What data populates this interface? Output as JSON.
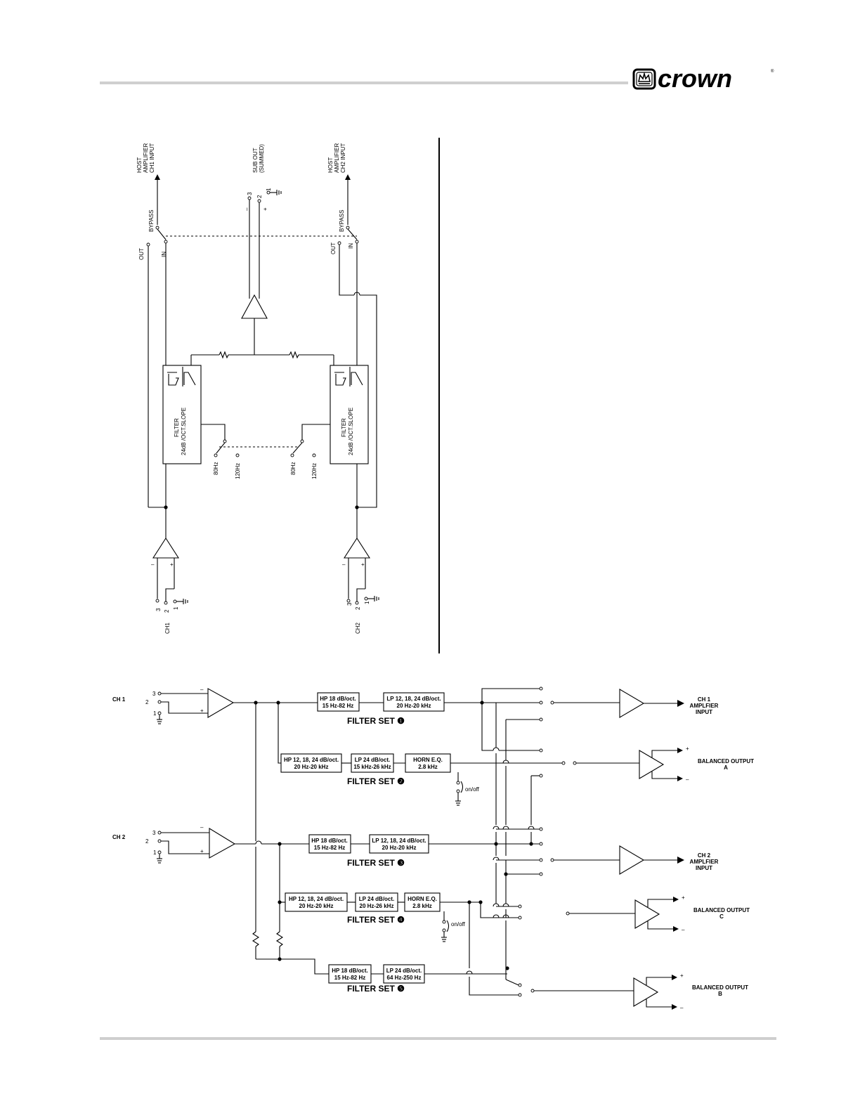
{
  "header": {
    "logo_text": "crown"
  },
  "diagram1": {
    "top_labels": {
      "ch1_host": [
        "HOST",
        "AMPLIFIER",
        "CH1 INPUT"
      ],
      "sub_out": [
        "SUB OUT",
        "(SUMMED)"
      ],
      "ch2_host": [
        "HOST",
        "AMPLIFIER",
        "CH2 INPUT"
      ]
    },
    "bypass": "BYPASS",
    "out": "OUT",
    "in": "IN",
    "filter_line1": "FILTER",
    "filter_line2": "24dB /OCT.SLOPE",
    "freq_80": "80Hz",
    "freq_120": "120Hz",
    "ch1": "CH1",
    "ch2": "CH2",
    "pin1": "1",
    "pin2": "2",
    "pin3": "3",
    "minus": "–",
    "plus": "+"
  },
  "diagram2": {
    "ch1": "CH 1",
    "ch2": "CH 2",
    "pin1": "1",
    "pin2": "2",
    "pin3": "3",
    "minus": "–",
    "plus": "+",
    "filters": {
      "fs1_hp": [
        "HP 18 dB/oct.",
        "15 Hz-82 Hz"
      ],
      "fs1_lp": [
        "LP 12, 18, 24 dB/oct.",
        "20 Hz-20 kHz"
      ],
      "fs2_hp": [
        "HP 12, 18, 24 dB/oct.",
        "20 Hz-20 kHz"
      ],
      "fs2_lp": [
        "LP 24 dB/oct.",
        "15 kHz-26 kHz"
      ],
      "fs2_horn": [
        "HORN E.Q.",
        "2.8 kHz"
      ],
      "fs3_hp": [
        "HP 18 dB/oct.",
        "15 Hz-82 Hz"
      ],
      "fs3_lp": [
        "LP 12, 18, 24 dB/oct.",
        "20 Hz-20 kHz"
      ],
      "fs4_hp": [
        "HP 12, 18, 24 dB/oct.",
        "20 Hz-20 kHz"
      ],
      "fs4_lp": [
        "LP 24 dB/oct.",
        "20 Hz-26 kHz"
      ],
      "fs4_horn": [
        "HORN E.Q.",
        "2.8 kHz"
      ],
      "fs5_hp": [
        "HP 18 dB/oct.",
        "15 Hz-82 Hz"
      ],
      "fs5_lp": [
        "LP 24 dB/oct.",
        "64 Hz-250 Hz"
      ]
    },
    "filter_sets": [
      "FILTER SET ❶",
      "FILTER SET ❷",
      "FILTER SET ❸",
      "FILTER SET ❹",
      "FILTER SET ❺"
    ],
    "onoff": "on/off",
    "outputs": {
      "ch1_amp": [
        "CH 1",
        "AMPLFIER",
        "INPUT"
      ],
      "bal_a": [
        "BALANCED OUTPUT",
        "A"
      ],
      "ch2_amp": [
        "CH 2",
        "AMPLFIER",
        "INPUT"
      ],
      "bal_c": [
        "BALANCED OUTPUT",
        "C"
      ],
      "bal_b": [
        "BALANCED OUTPUT",
        "B"
      ]
    }
  }
}
